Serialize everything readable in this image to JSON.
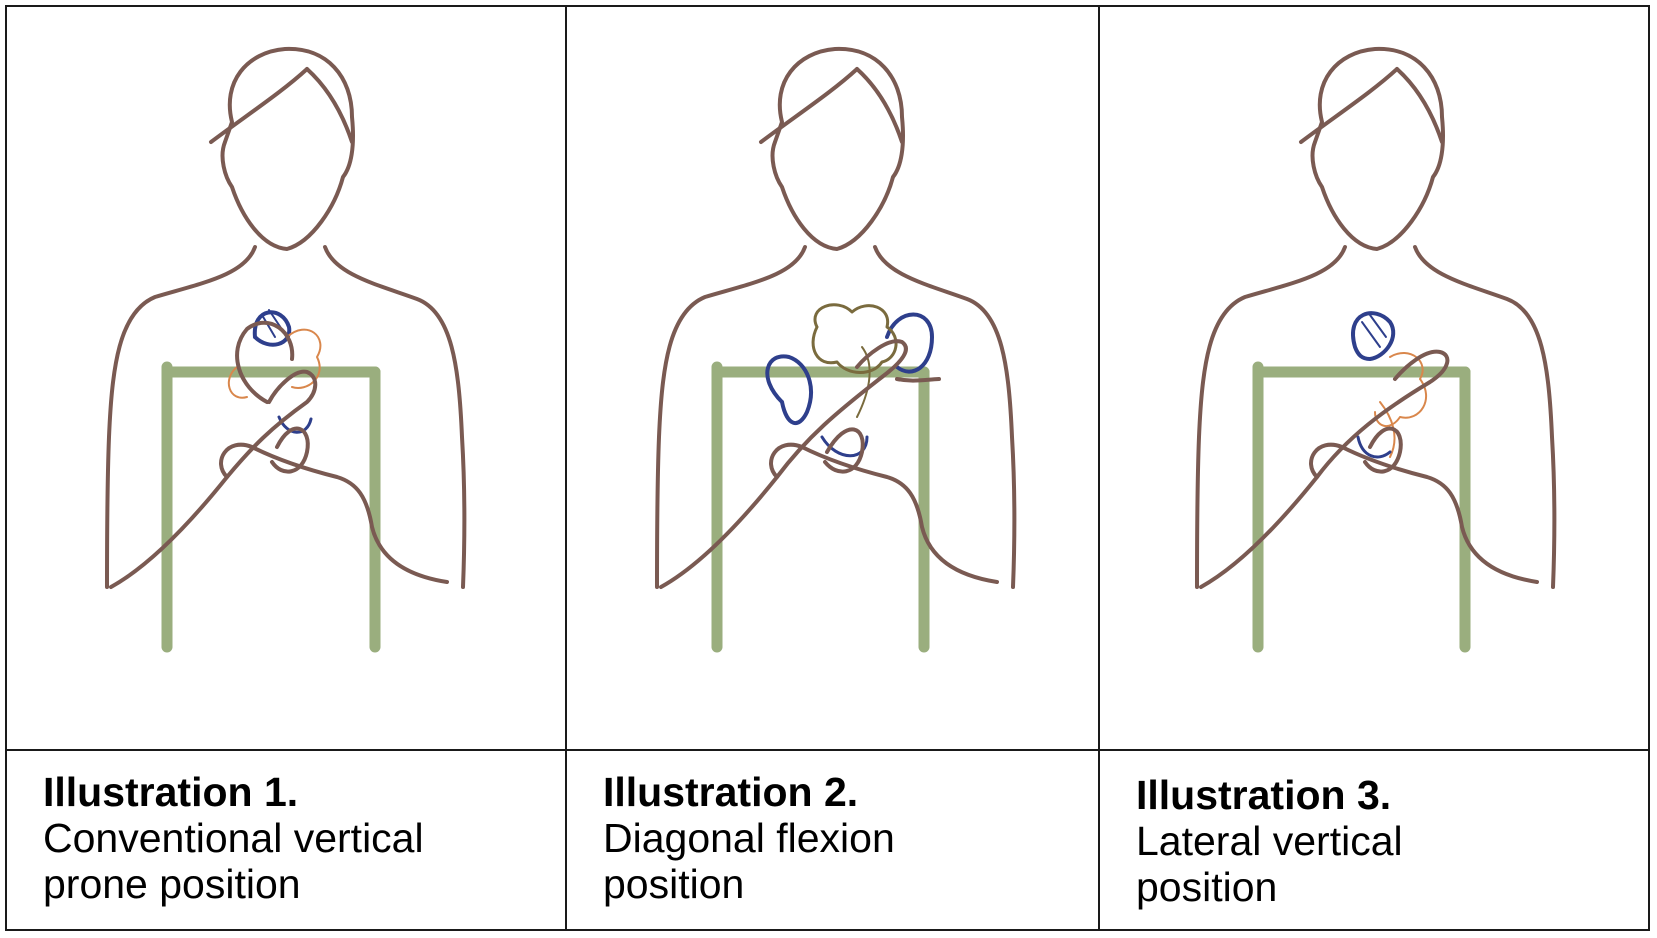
{
  "colors": {
    "outline": "#7a5a52",
    "frame": "#9aae7e",
    "baby_head": "#2e3f8c",
    "baby_body_orange": "#d9874c",
    "baby_body_olive": "#7a6b3e",
    "border": "#1a1a1a"
  },
  "illustrations": [
    {
      "title": "Illustration 1.",
      "description": [
        "Conventional vertical",
        "prone position"
      ]
    },
    {
      "title": "Illustration 2.",
      "description": [
        "Diagonal flexion",
        "position"
      ]
    },
    {
      "title": "Illustration 3.",
      "description": [
        "Lateral vertical",
        "position"
      ]
    }
  ]
}
